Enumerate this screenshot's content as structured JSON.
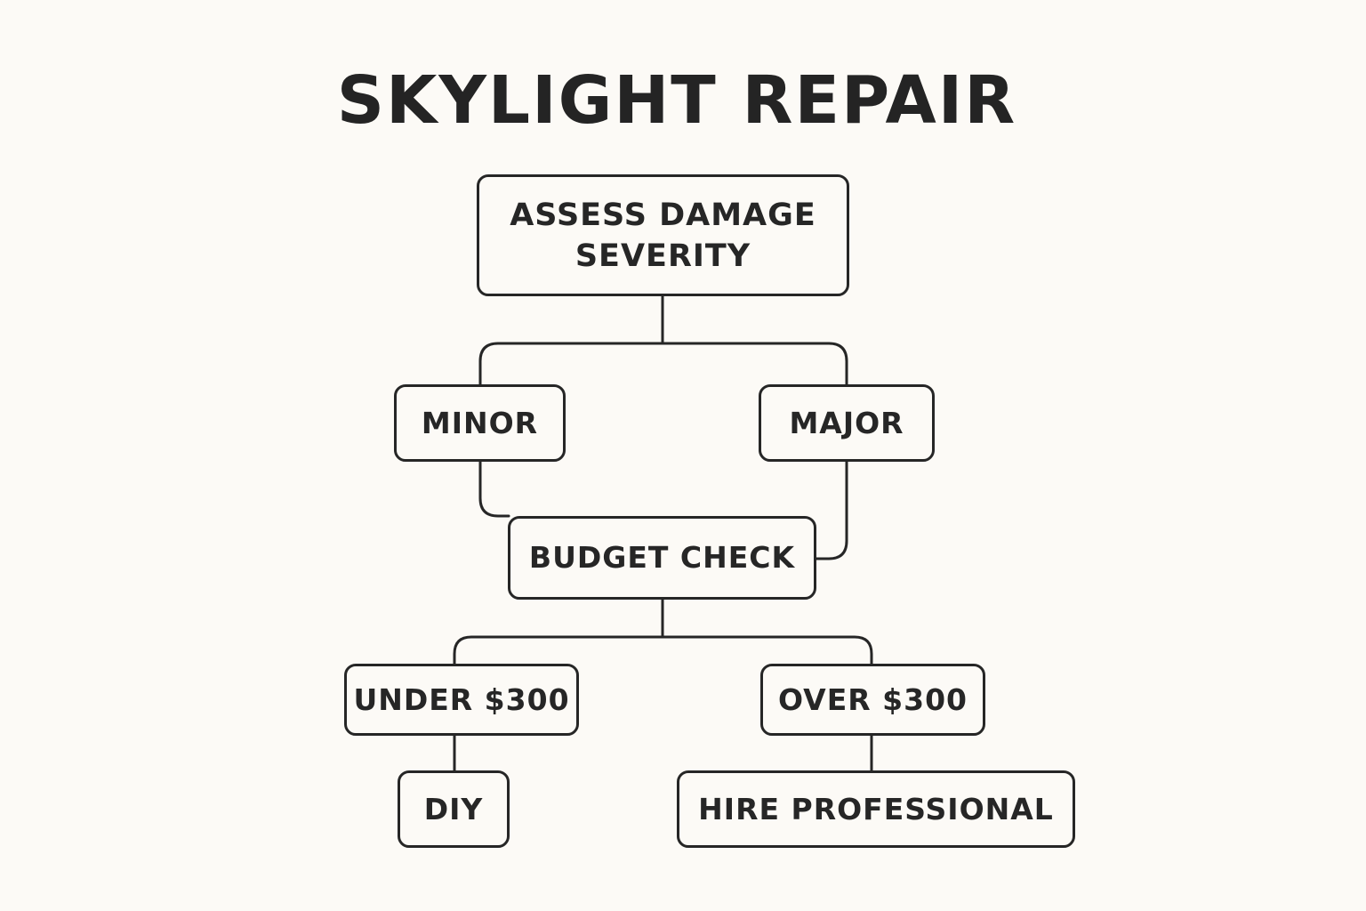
{
  "title": "SKYLIGHT REPAIR",
  "nodes": {
    "assess": "ASSESS DAMAGE\nSEVERITY",
    "minor": "MINOR",
    "major": "MAJOR",
    "budget": "BUDGET CHECK",
    "under": "UNDER $300",
    "over": "OVER $300",
    "diy": "DIY",
    "hire": "HIRE PROFESSIONAL"
  },
  "colors": {
    "background": "#fcfaf6",
    "stroke": "#262626",
    "text": "#242424"
  }
}
